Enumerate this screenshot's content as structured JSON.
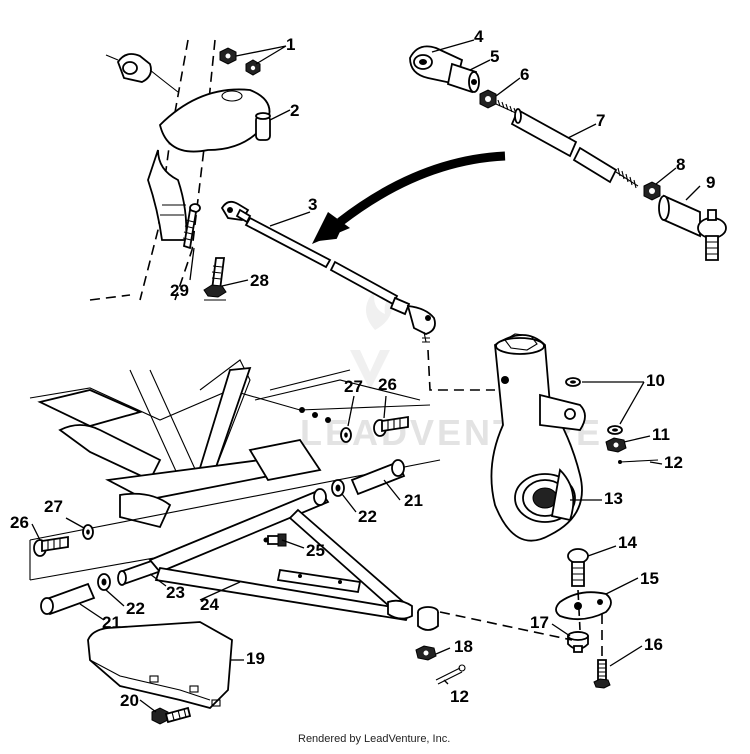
{
  "footer": {
    "credit": "Rendered by LeadVenture, Inc."
  },
  "watermark": {
    "text": "LEADVENTURE"
  },
  "callouts": [
    {
      "id": "c1",
      "text": "1"
    },
    {
      "id": "c2",
      "text": "2"
    },
    {
      "id": "c3",
      "text": "3"
    },
    {
      "id": "c4",
      "text": "4"
    },
    {
      "id": "c5",
      "text": "5"
    },
    {
      "id": "c6",
      "text": "6"
    },
    {
      "id": "c7",
      "text": "7"
    },
    {
      "id": "c8",
      "text": "8"
    },
    {
      "id": "c9",
      "text": "9"
    },
    {
      "id": "c10",
      "text": "10"
    },
    {
      "id": "c11",
      "text": "11"
    },
    {
      "id": "c12a",
      "text": "12"
    },
    {
      "id": "c12b",
      "text": "12"
    },
    {
      "id": "c13",
      "text": "13"
    },
    {
      "id": "c14",
      "text": "14"
    },
    {
      "id": "c15",
      "text": "15"
    },
    {
      "id": "c16",
      "text": "16"
    },
    {
      "id": "c17",
      "text": "17"
    },
    {
      "id": "c18",
      "text": "18"
    },
    {
      "id": "c19",
      "text": "19"
    },
    {
      "id": "c20",
      "text": "20"
    },
    {
      "id": "c21a",
      "text": "21"
    },
    {
      "id": "c21b",
      "text": "21"
    },
    {
      "id": "c22a",
      "text": "22"
    },
    {
      "id": "c22b",
      "text": "22"
    },
    {
      "id": "c23",
      "text": "23"
    },
    {
      "id": "c24",
      "text": "24"
    },
    {
      "id": "c25",
      "text": "25"
    },
    {
      "id": "c26a",
      "text": "26"
    },
    {
      "id": "c26b",
      "text": "26"
    },
    {
      "id": "c27a",
      "text": "27"
    },
    {
      "id": "c27b",
      "text": "27"
    },
    {
      "id": "c28",
      "text": "28"
    },
    {
      "id": "c29",
      "text": "29"
    }
  ]
}
